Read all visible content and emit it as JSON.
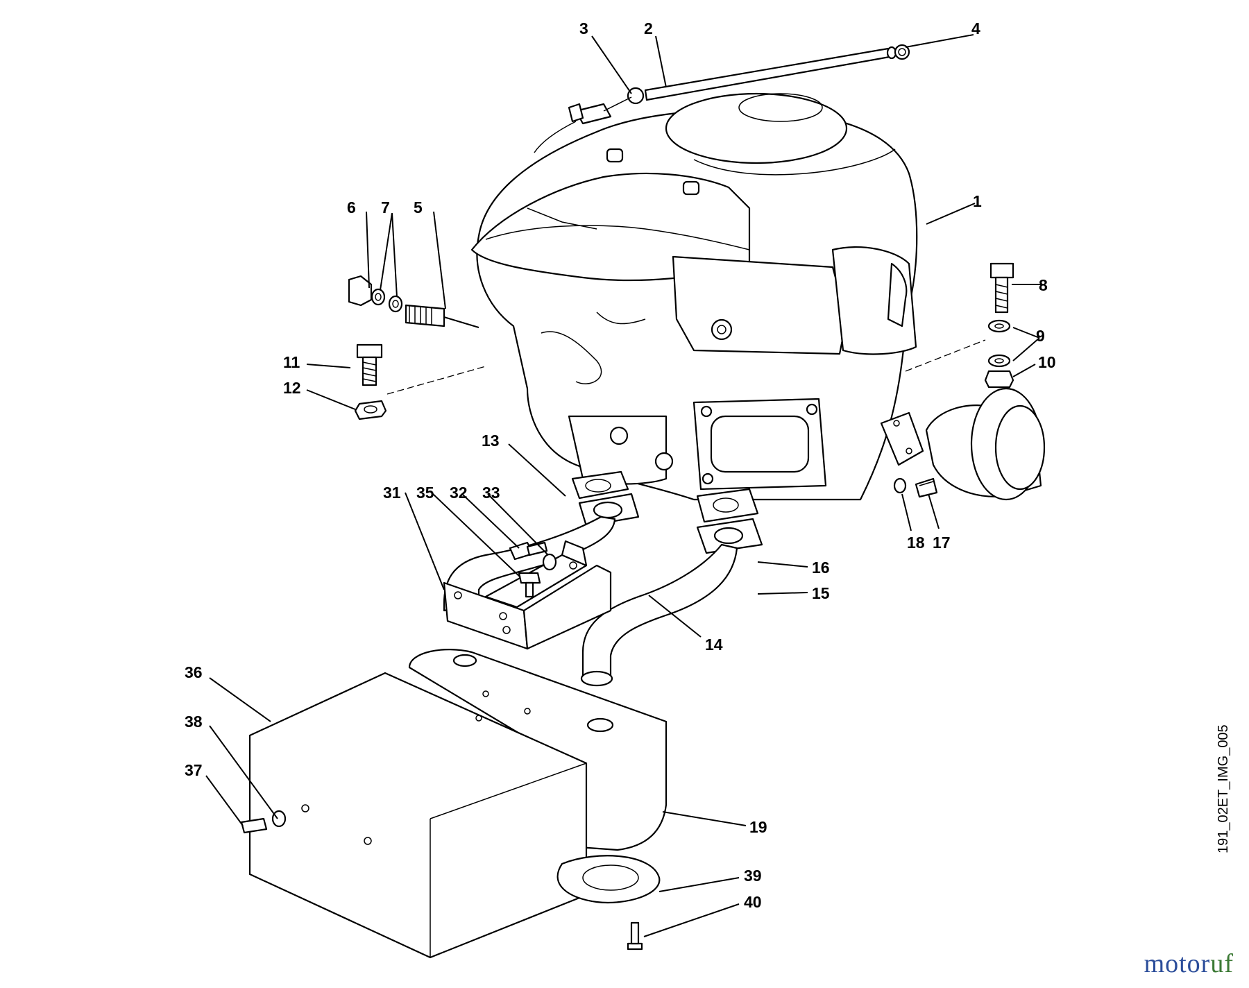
{
  "diagram": {
    "callouts": [
      "1",
      "2",
      "3",
      "4",
      "5",
      "6",
      "7",
      "8",
      "9",
      "10",
      "11",
      "12",
      "13",
      "14",
      "15",
      "16",
      "17",
      "18",
      "19",
      "31",
      "32",
      "33",
      "35",
      "36",
      "37",
      "38",
      "39",
      "40"
    ],
    "image_code": "191_02ET_IMG_005",
    "watermark": {
      "part1": "motor",
      "part2": "uf"
    }
  }
}
